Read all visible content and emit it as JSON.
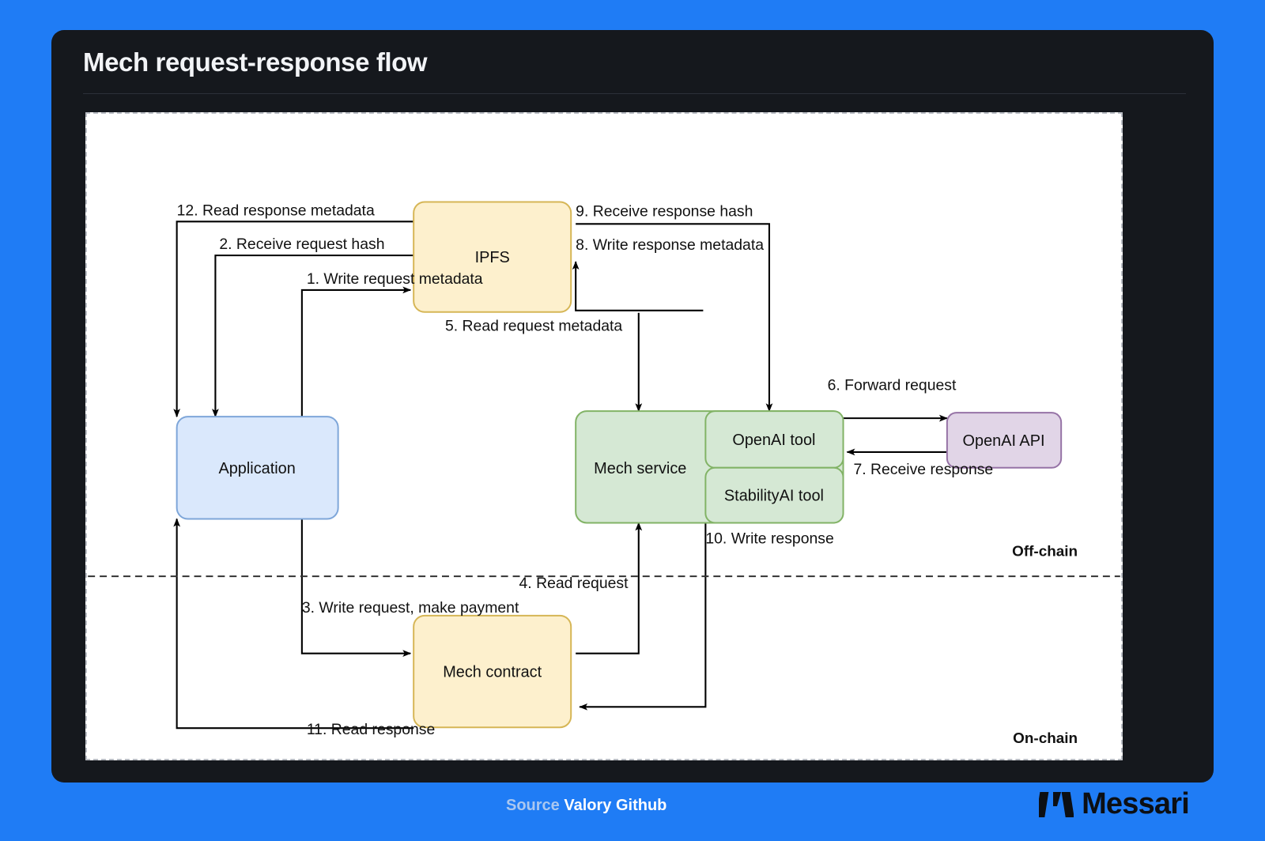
{
  "header": {
    "title": "Mech request-response flow"
  },
  "footer": {
    "source_label": "Source",
    "source_value": "Valory Github",
    "brand_name": "Messari",
    "brand_logo": "messari-m-logo"
  },
  "diagram": {
    "type": "flowchart",
    "zones": [
      {
        "id": "offchain",
        "label": "Off-chain"
      },
      {
        "id": "onchain",
        "label": "On-chain"
      }
    ],
    "nodes": [
      {
        "id": "application",
        "label": "Application",
        "fill": "#dae8fc",
        "stroke": "#7ea6d9",
        "zone": "offchain"
      },
      {
        "id": "ipfs",
        "label": "IPFS",
        "fill": "#fdf0cd",
        "stroke": "#d6b656",
        "zone": "offchain"
      },
      {
        "id": "mech-service",
        "label": "Mech service",
        "fill": "#d5e8d4",
        "stroke": "#82b366",
        "zone": "offchain"
      },
      {
        "id": "openai-tool",
        "label": "OpenAI tool",
        "fill": "#d5e8d4",
        "stroke": "#82b366",
        "zone": "offchain"
      },
      {
        "id": "stabilityai-tool",
        "label": "StabilityAI tool",
        "fill": "#d5e8d4",
        "stroke": "#82b366",
        "zone": "offchain"
      },
      {
        "id": "openai-api",
        "label": "OpenAI API",
        "fill": "#e1d5e7",
        "stroke": "#9673a6",
        "zone": "offchain"
      },
      {
        "id": "mech-contract",
        "label": "Mech contract",
        "fill": "#fdf0cd",
        "stroke": "#d6b656",
        "zone": "onchain"
      }
    ],
    "edges": [
      {
        "step": 1,
        "label": "1. Write request metadata",
        "from": "application",
        "to": "ipfs"
      },
      {
        "step": 2,
        "label": "2. Receive request hash",
        "from": "ipfs",
        "to": "application"
      },
      {
        "step": 3,
        "label": "3. Write request, make payment",
        "from": "application",
        "to": "mech-contract"
      },
      {
        "step": 4,
        "label": "4. Read request",
        "from": "mech-contract",
        "to": "mech-service"
      },
      {
        "step": 5,
        "label": "5. Read request metadata",
        "from": "ipfs",
        "to": "mech-service"
      },
      {
        "step": 6,
        "label": "6. Forward request",
        "from": "openai-tool",
        "to": "openai-api"
      },
      {
        "step": 7,
        "label": "7. Receive response",
        "from": "openai-api",
        "to": "openai-tool"
      },
      {
        "step": 8,
        "label": "8. Write response metadata",
        "from": "mech-service",
        "to": "ipfs"
      },
      {
        "step": 9,
        "label": "9. Receive response hash",
        "from": "ipfs",
        "to": "mech-service"
      },
      {
        "step": 10,
        "label": "10. Write response",
        "from": "mech-service",
        "to": "mech-contract"
      },
      {
        "step": 11,
        "label": "11. Read response",
        "from": "mech-contract",
        "to": "application"
      },
      {
        "step": 12,
        "label": "12. Read response metadata",
        "from": "ipfs",
        "to": "application"
      }
    ],
    "colors": {
      "background": "#1f7cf5",
      "card": "#15181d",
      "canvas": "#ffffff",
      "line": "#000000",
      "divider": "#333333"
    }
  }
}
